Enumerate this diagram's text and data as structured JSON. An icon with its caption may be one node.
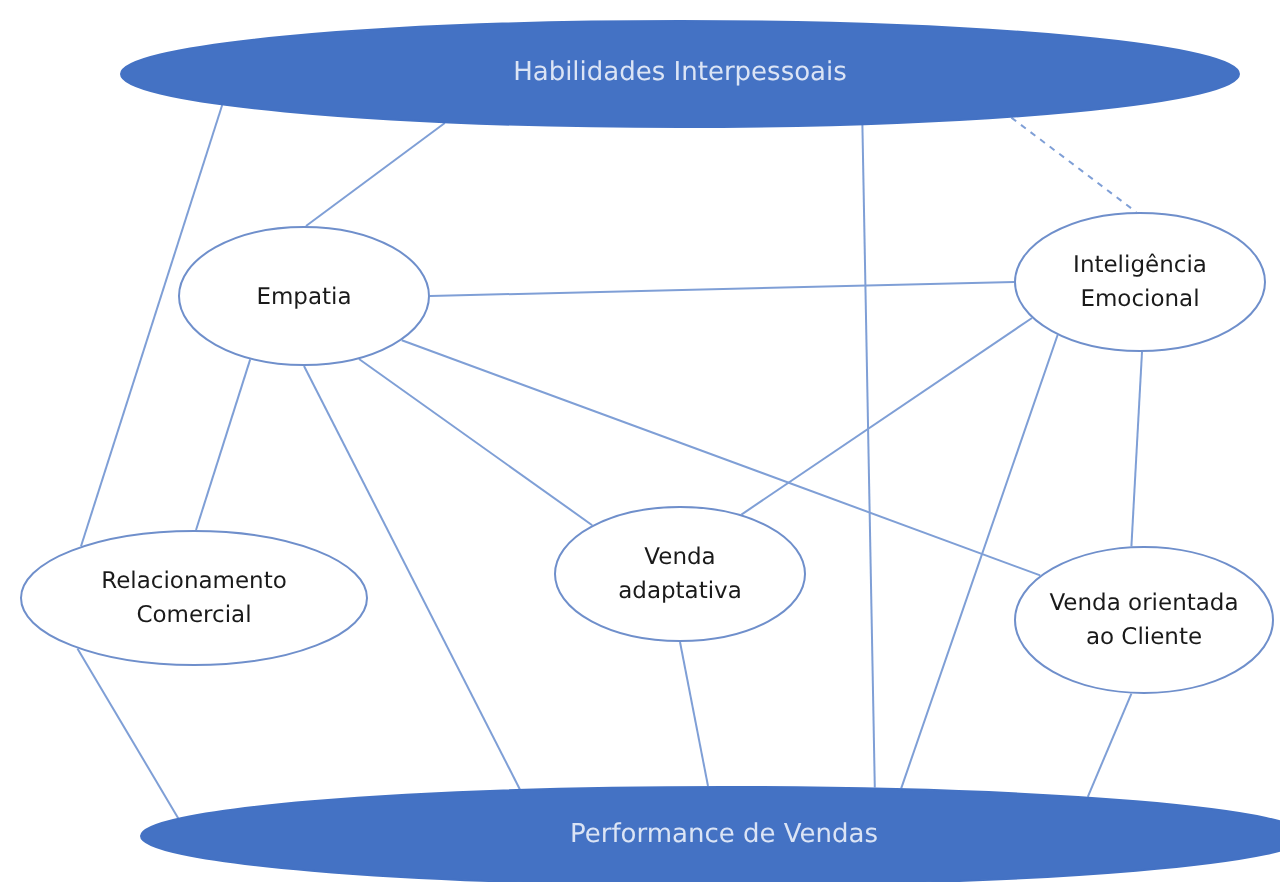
{
  "diagram": {
    "nodes": [
      {
        "text": [
          "Habilidades Interpessoais"
        ]
      },
      {
        "text": [
          "Empatia"
        ]
      },
      {
        "text": [
          "Inteligência Emocional"
        ]
      },
      {
        "text": [
          "Relacionamento Comercial"
        ]
      },
      {
        "text": [
          "Venda adaptativa"
        ]
      },
      {
        "text": [
          "Venda orientada ao Cliente"
        ]
      },
      {
        "text": [
          "Performance de Vendas"
        ]
      }
    ],
    "edges": [
      {
        "from": 0,
        "to": 3,
        "arrow": "none"
      },
      {
        "from": 0,
        "to": 1,
        "arrow": "none"
      },
      {
        "from": 0,
        "to": 6,
        "arrow": "none"
      },
      {
        "from": 0,
        "to": 2,
        "arrow": "none",
        "style": "dashed"
      },
      {
        "from": 1,
        "to": 2,
        "arrow": "none"
      },
      {
        "from": 1,
        "to": 3,
        "arrow": "none"
      },
      {
        "from": 1,
        "to": 6,
        "arrow": "none"
      },
      {
        "from": 1,
        "to": 4,
        "arrow": "none"
      },
      {
        "from": 1,
        "to": 5,
        "arrow": "none"
      },
      {
        "from": 2,
        "to": 4,
        "arrow": "none"
      },
      {
        "from": 2,
        "to": 6,
        "arrow": "none"
      },
      {
        "from": 2,
        "to": 5,
        "arrow": "none"
      },
      {
        "from": 3,
        "to": 6,
        "arrow": "none"
      },
      {
        "from": 4,
        "to": 6,
        "arrow": "none"
      },
      {
        "from": 5,
        "to": 6,
        "arrow": "none"
      }
    ]
  }
}
